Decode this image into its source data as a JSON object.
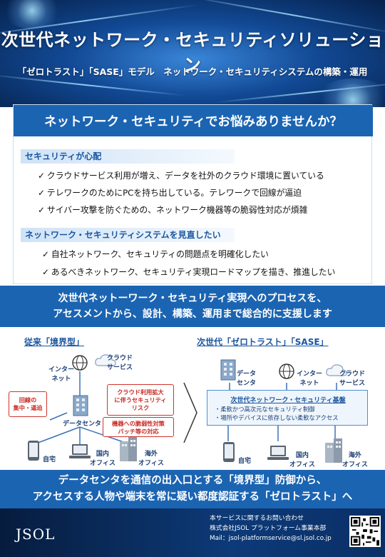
{
  "header": {
    "title": "次世代ネットワーク・セキュリティソリューション",
    "subtitle": "「ゼロトラスト」「SASE」モデル　ネットワーク・セキュリティシステムの構築・運用"
  },
  "concerns": {
    "question": "ネットワーク・セキュリティでお悩みありませんか？",
    "sections": [
      {
        "heading": "セキュリティが心配",
        "items": [
          "クラウドサービス利用が増え、データを社外のクラウド環境に置いている",
          "テレワークのためにPCを持ち出している。テレワークで回線が逼迫",
          "サイバー攻撃を防ぐための、ネットワーク機器等の脆弱性対応が煩雑"
        ]
      },
      {
        "heading": "ネットワーク・セキュリティシステムを見直したい",
        "items": [
          "自社ネットワーク、セキュリティの問題点を明確化したい",
          "あるべきネットワーク、セキュリティ実現ロードマップを描き、推進したい"
        ]
      }
    ],
    "check_mark": "✓"
  },
  "support_banner": {
    "line1": "次世代ネットーワーク・セキュリティ実現へのプロセスを、",
    "line2": "アセスメントから、設計、構築、運用まで総合的に支援します"
  },
  "diagram": {
    "old": {
      "title": "従来「境界型」",
      "internet": "インター\nネット",
      "cloud": "クラウド\nサービス",
      "datacenter": "データセンタ",
      "callout_left": "回線の\n集中・逼迫",
      "callout_right_top": "クラウド利用拡大\nに伴うセキュリティ\nリスク",
      "callout_right_bottom": "機器への脆弱性対策\nパッチ等の対応",
      "home": "自宅",
      "domestic": "国内\nオフィス",
      "overseas": "海外\nオフィス"
    },
    "new": {
      "title": "次世代「ゼロトラスト」「SASE」",
      "datacenter": "データ\nセンタ",
      "internet": "インター\nネット",
      "cloud": "クラウド\nサービス",
      "platform_title": "次世代ネットワーク・セキュリティ基盤",
      "platform_line1": "・柔軟かつ高次元なセキュリティ制御",
      "platform_line2": "・場所やデバイスに依存しない柔軟なアクセス",
      "home": "自宅",
      "domestic": "国内\nオフィス",
      "overseas": "海外\nオフィス"
    }
  },
  "conclusion": {
    "line1": "データセンタを通信の出入口とする「境界型」防御から、",
    "line2": "アクセスする人物や端末を常に疑い都度認証する「ゼロトラスト」へ"
  },
  "footer": {
    "logo": "JSOL",
    "contact_line1": "本サービスに関するお問い合わせ",
    "contact_line2": "株式会社JSOL プラットフォーム事業本部",
    "contact_line3": "Mail：jsol-platformservice@sl.jsol.co.jp"
  },
  "colors": {
    "primary_blue": "#1b64b2",
    "alert_red": "#d0342c",
    "footer_navy": "#061c3e"
  }
}
